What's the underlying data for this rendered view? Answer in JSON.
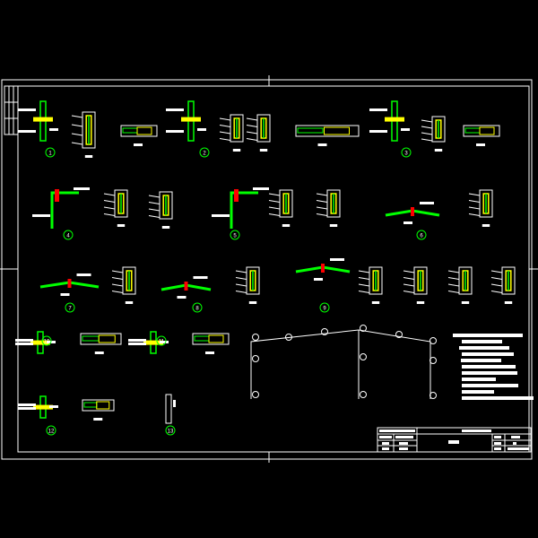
{
  "drawing": {
    "background": "#000000",
    "colors": {
      "line": "#ffffff",
      "member": "#00ff00",
      "plate": "#ffff00",
      "weld": "#ff0000"
    },
    "detail_markers": [
      "1",
      "2",
      "3",
      "4",
      "5",
      "6",
      "7",
      "8",
      "9",
      "10",
      "11",
      "12",
      "13"
    ]
  }
}
